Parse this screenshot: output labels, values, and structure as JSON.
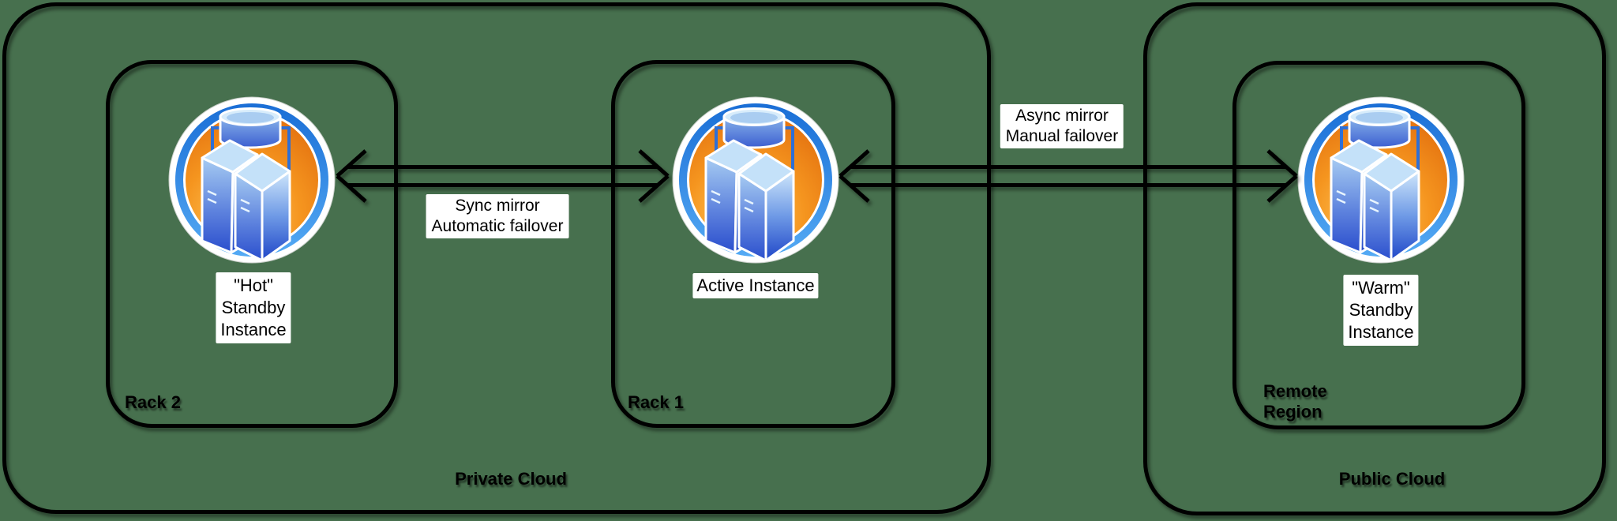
{
  "canvas": {
    "background_color": "#47704e",
    "stroke_color": "#000000"
  },
  "containers": {
    "private_cloud": {
      "label": "Private Cloud"
    },
    "rack2": {
      "label": "Rack 2"
    },
    "rack1": {
      "label": "Rack 1"
    },
    "public_cloud": {
      "label": "Public Cloud"
    },
    "remote_region": {
      "lines": [
        "Remote",
        "Region"
      ]
    }
  },
  "nodes": {
    "hot_standby": {
      "lines": [
        "\"Hot\"",
        "Standby",
        "Instance"
      ],
      "icon": "database-servers-icon"
    },
    "active": {
      "label": "Active Instance",
      "icon": "database-servers-icon"
    },
    "warm_standby": {
      "lines": [
        "\"Warm\"",
        "Standby",
        "Instance"
      ],
      "icon": "database-servers-icon"
    }
  },
  "connections": {
    "sync_mirror": {
      "lines": [
        "Sync mirror",
        "Automatic failover"
      ],
      "type": "double-arrow"
    },
    "async_mirror": {
      "lines": [
        "Async mirror",
        "Manual failover"
      ],
      "type": "double-arrow"
    }
  },
  "icon_colors": {
    "ring_blue": "#2e86e9",
    "disc_orange": "#f5951f",
    "disc_glow": "#ffc95e",
    "disc_edge": "#e06a0c",
    "tower_blue_dark": "#2a4ecd",
    "tower_blue_light": "#d7ecfb"
  }
}
